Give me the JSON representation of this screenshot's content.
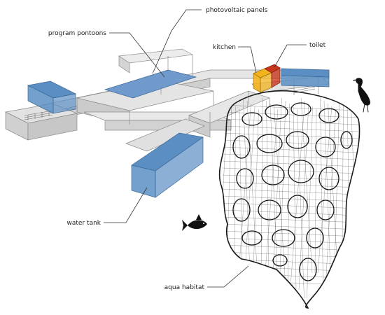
{
  "labels": {
    "photovoltaic_panels": "photovoltaic panels",
    "program_pontoons": "program pontoons",
    "kitchen": "kitchen",
    "toilet": "toilet",
    "water_tank": "water tank",
    "aqua_habitat": "aqua habitat"
  },
  "colors": {
    "water_tank": "#5b8fc3",
    "photovoltaic": "#6f9acb",
    "kitchen": "#f3b31f",
    "toilet": "#c8361c",
    "structure": "#d9d9d9"
  },
  "icons": [
    "heron-icon",
    "fish-icon"
  ]
}
